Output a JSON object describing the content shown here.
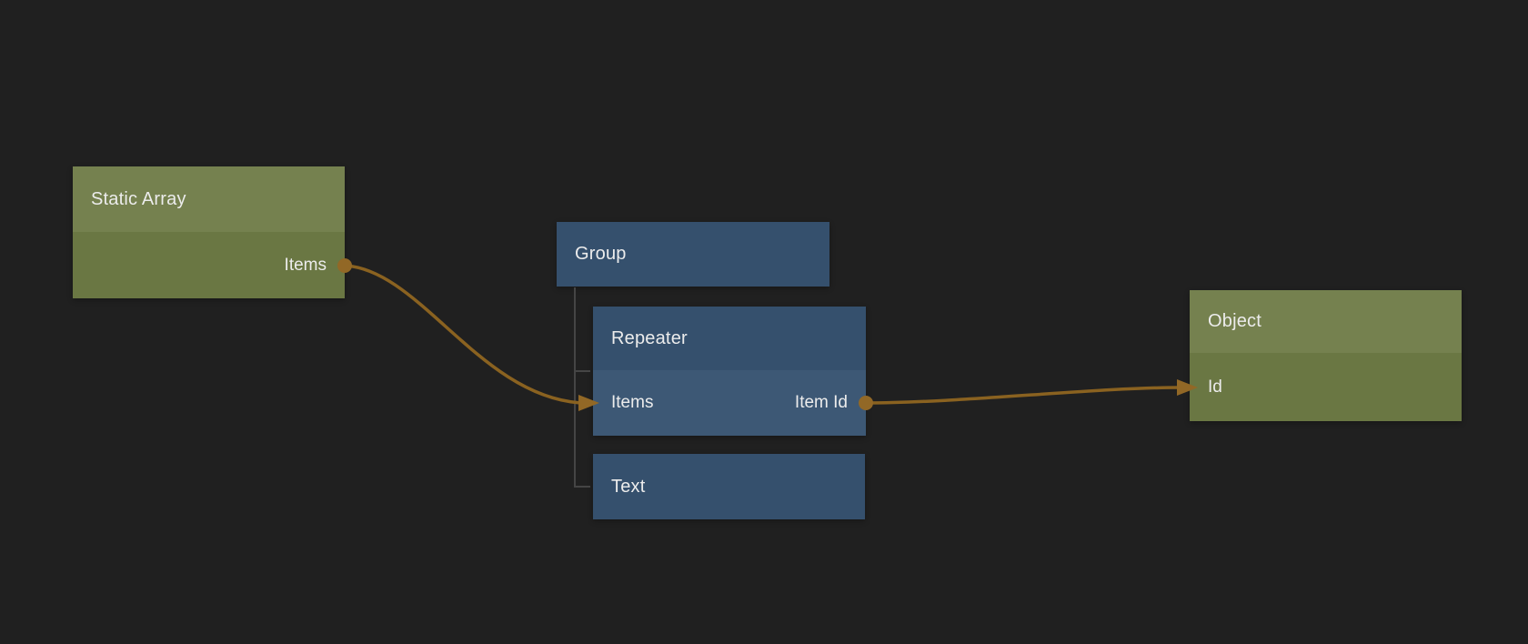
{
  "editor": {
    "background": "#202020"
  },
  "palette": {
    "data_node_header": "#75814f",
    "data_node_body": "#6a7743",
    "visual_node_header": "#35506d",
    "visual_node_row": "#3d5875",
    "connection_wire": "#8a6220",
    "port_dot": "#926826",
    "tree_line": "#454545",
    "label_text": "#ececec"
  },
  "nodes": {
    "static_array": {
      "title": "Static Array",
      "output_label": "Items"
    },
    "group": {
      "title": "Group"
    },
    "repeater": {
      "title": "Repeater",
      "input_label": "Items",
      "output_label": "Item Id"
    },
    "text": {
      "title": "Text"
    },
    "object": {
      "title": "Object",
      "input_label": "Id"
    }
  },
  "hierarchy": {
    "parent": "Group",
    "children": [
      "Repeater",
      "Text"
    ]
  },
  "connections": [
    {
      "from_node": "Static Array",
      "from_port": "Items",
      "to_node": "Repeater",
      "to_port": "Items"
    },
    {
      "from_node": "Repeater",
      "from_port": "Item Id",
      "to_node": "Object",
      "to_port": "Id"
    }
  ]
}
